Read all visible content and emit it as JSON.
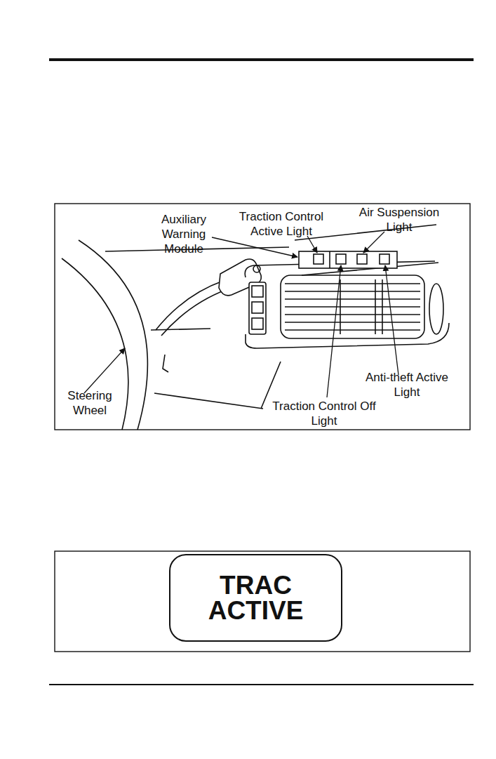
{
  "diagram": {
    "nodes": [
      {
        "text": [
          "TRAC ACTIVE"
        ]
      }
    ],
    "labels": [
      "Auxiliary Warning Module",
      "Traction Control Active Light",
      "Air Suspension Light",
      "Anti-theft Active Light",
      "Steering Wheel",
      "Traction Control Off Light"
    ]
  }
}
